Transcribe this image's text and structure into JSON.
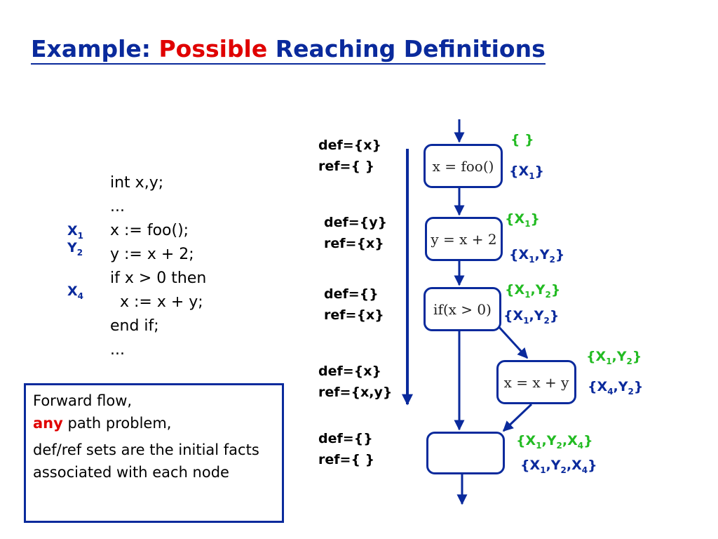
{
  "title": {
    "prefix": "Example: ",
    "highlight": "Possible",
    "suffix": " Reaching Definitions"
  },
  "code": [
    "int x,y;",
    "...",
    "x := foo();",
    "y := x + 2;",
    "if x > 0 then",
    "  x := x + y;",
    "end if;",
    "..."
  ],
  "def_labels": [
    {
      "letter": "X",
      "sub": "1"
    },
    {
      "letter": "Y",
      "sub": "2"
    },
    {
      "letter": "X",
      "sub": "4"
    }
  ],
  "note": {
    "line1": "Forward flow,",
    "any": "any",
    "line2_rest": " path problem,",
    "line3": "def/ref sets are the initial facts associated with each node"
  },
  "defref": [
    {
      "def": "def={x}",
      "ref": "ref={ }"
    },
    {
      "def": "def={y}",
      "ref": "ref={x}"
    },
    {
      "def": "def={}",
      "ref": "ref={x}"
    },
    {
      "def": "def={x}",
      "ref": "ref={x,y}"
    },
    {
      "def": "def={}",
      "ref": "ref={ }"
    }
  ],
  "nodes": [
    "x = foo()",
    "y = x + 2",
    "if(x > 0)",
    "x = x + y",
    ""
  ],
  "sets": {
    "n1_in": "{ }",
    "n1_out": {
      "b": "{X",
      "s1": "1",
      "e": "}"
    },
    "n2_in": {
      "b": "{X",
      "s1": "1",
      "e": "}"
    },
    "n2_out": {
      "p1": "{X",
      "s1": "1",
      "p2": ",Y",
      "s2": "2",
      "e": "}"
    },
    "n3_in": {
      "p1": "{X",
      "s1": "1",
      "p2": ",Y",
      "s2": "2",
      "e": "}"
    },
    "n3_out": {
      "p1": "{X",
      "s1": "1",
      "p2": ",Y",
      "s2": "2",
      "e": "}"
    },
    "n4_in": {
      "p1": "{X",
      "s1": "1",
      "p2": ",Y",
      "s2": "2",
      "e": "}"
    },
    "n4_out": {
      "p1": "{X",
      "s1": "4",
      "p2": ",Y",
      "s2": "2",
      "e": "}"
    },
    "n5_in": {
      "p1": "{X",
      "s1": "1",
      "p2": ",Y",
      "s2": "2",
      "p3": ",X",
      "s3": "4",
      "e": "}"
    },
    "n5_out": {
      "p1": "{X",
      "s1": "1",
      "p2": ",Y",
      "s2": "2",
      "p3": ",X",
      "s3": "4",
      "e": "}"
    }
  },
  "colors": {
    "blue": "#0a2a9c",
    "red": "#e00000",
    "green": "#22bb22"
  }
}
